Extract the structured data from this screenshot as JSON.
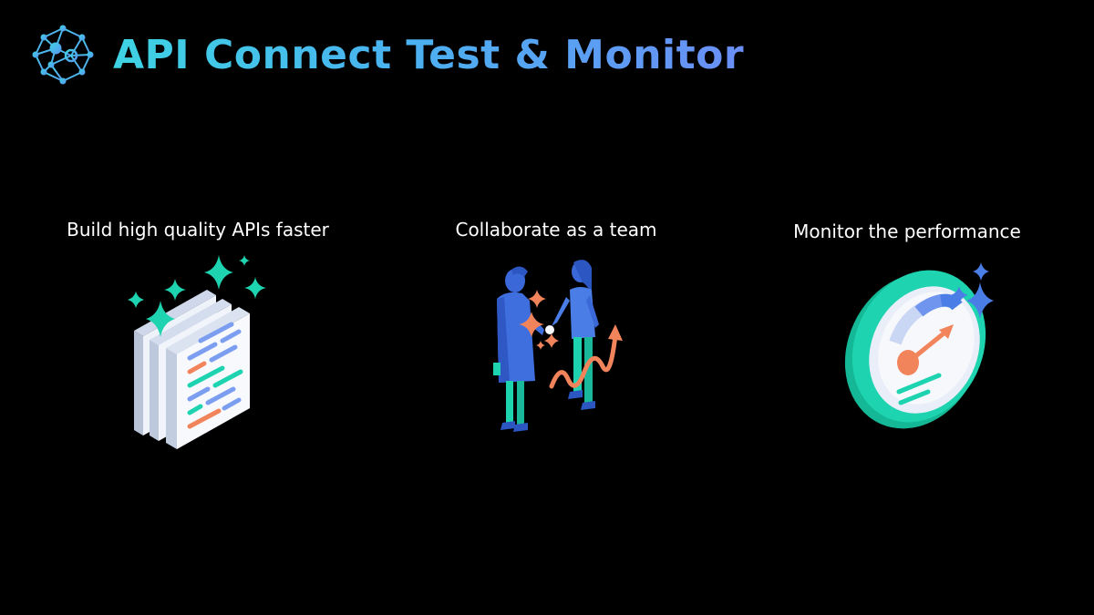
{
  "header": {
    "title": "API Connect Test & Monitor",
    "logo_icon": "network-globe-icon"
  },
  "features": [
    {
      "label": "Build high quality APIs faster",
      "icon": "document-sparkle-icon"
    },
    {
      "label": "Collaborate as a team",
      "icon": "team-handshake-icon"
    },
    {
      "label": "Monitor the performance",
      "icon": "speedometer-gauge-icon"
    }
  ],
  "colors": {
    "background": "#000000",
    "title_gradient_start": "#3ed3e3",
    "title_gradient_end": "#6a8ff6",
    "teal": "#1ed3b0",
    "blue": "#4a7ee6",
    "orange": "#f2845c",
    "text": "#ffffff"
  }
}
